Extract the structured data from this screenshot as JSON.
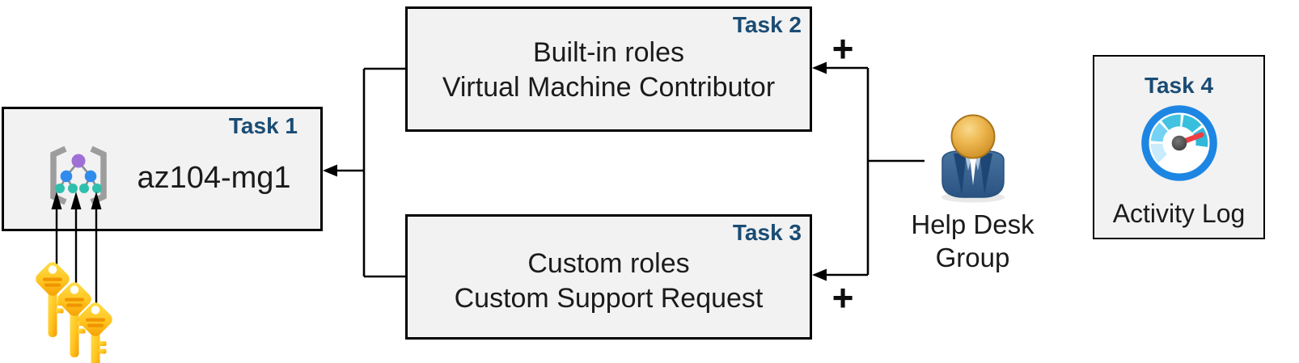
{
  "tasks": {
    "task1": {
      "label": "Task 1",
      "title": "az104-mg1"
    },
    "task2": {
      "label": "Task 2",
      "line1": "Built-in roles",
      "line2": "Virtual Machine Contributor"
    },
    "task3": {
      "label": "Task 3",
      "line1": "Custom roles",
      "line2": "Custom Support Request"
    },
    "task4": {
      "label": "Task 4",
      "title": "Activity Log"
    }
  },
  "actor": {
    "line1": "Help Desk",
    "line2": "Group"
  },
  "plus": "+",
  "icons": {
    "management_group": "management-group-icon",
    "keys": "access-keys-icon",
    "user": "help-desk-user-icon",
    "activity_log": "activity-log-gauge-icon"
  },
  "colors": {
    "task_label_blue": "#1A4C74",
    "box_fill": "#F2F2F2",
    "box_border": "#000000",
    "connector": "#000000",
    "key_yellow": "#FFC521",
    "key_stripe_orange": "#EF9500",
    "gauge_ring_blue": "#1D86E3",
    "needle_red": "#EE3E44",
    "person_body_blue": "#33639D",
    "person_head_gold": "#DFA137",
    "node_purple": "#A06FD6",
    "node_blue": "#2F8CEC",
    "node_teal": "#2FC0AD"
  }
}
